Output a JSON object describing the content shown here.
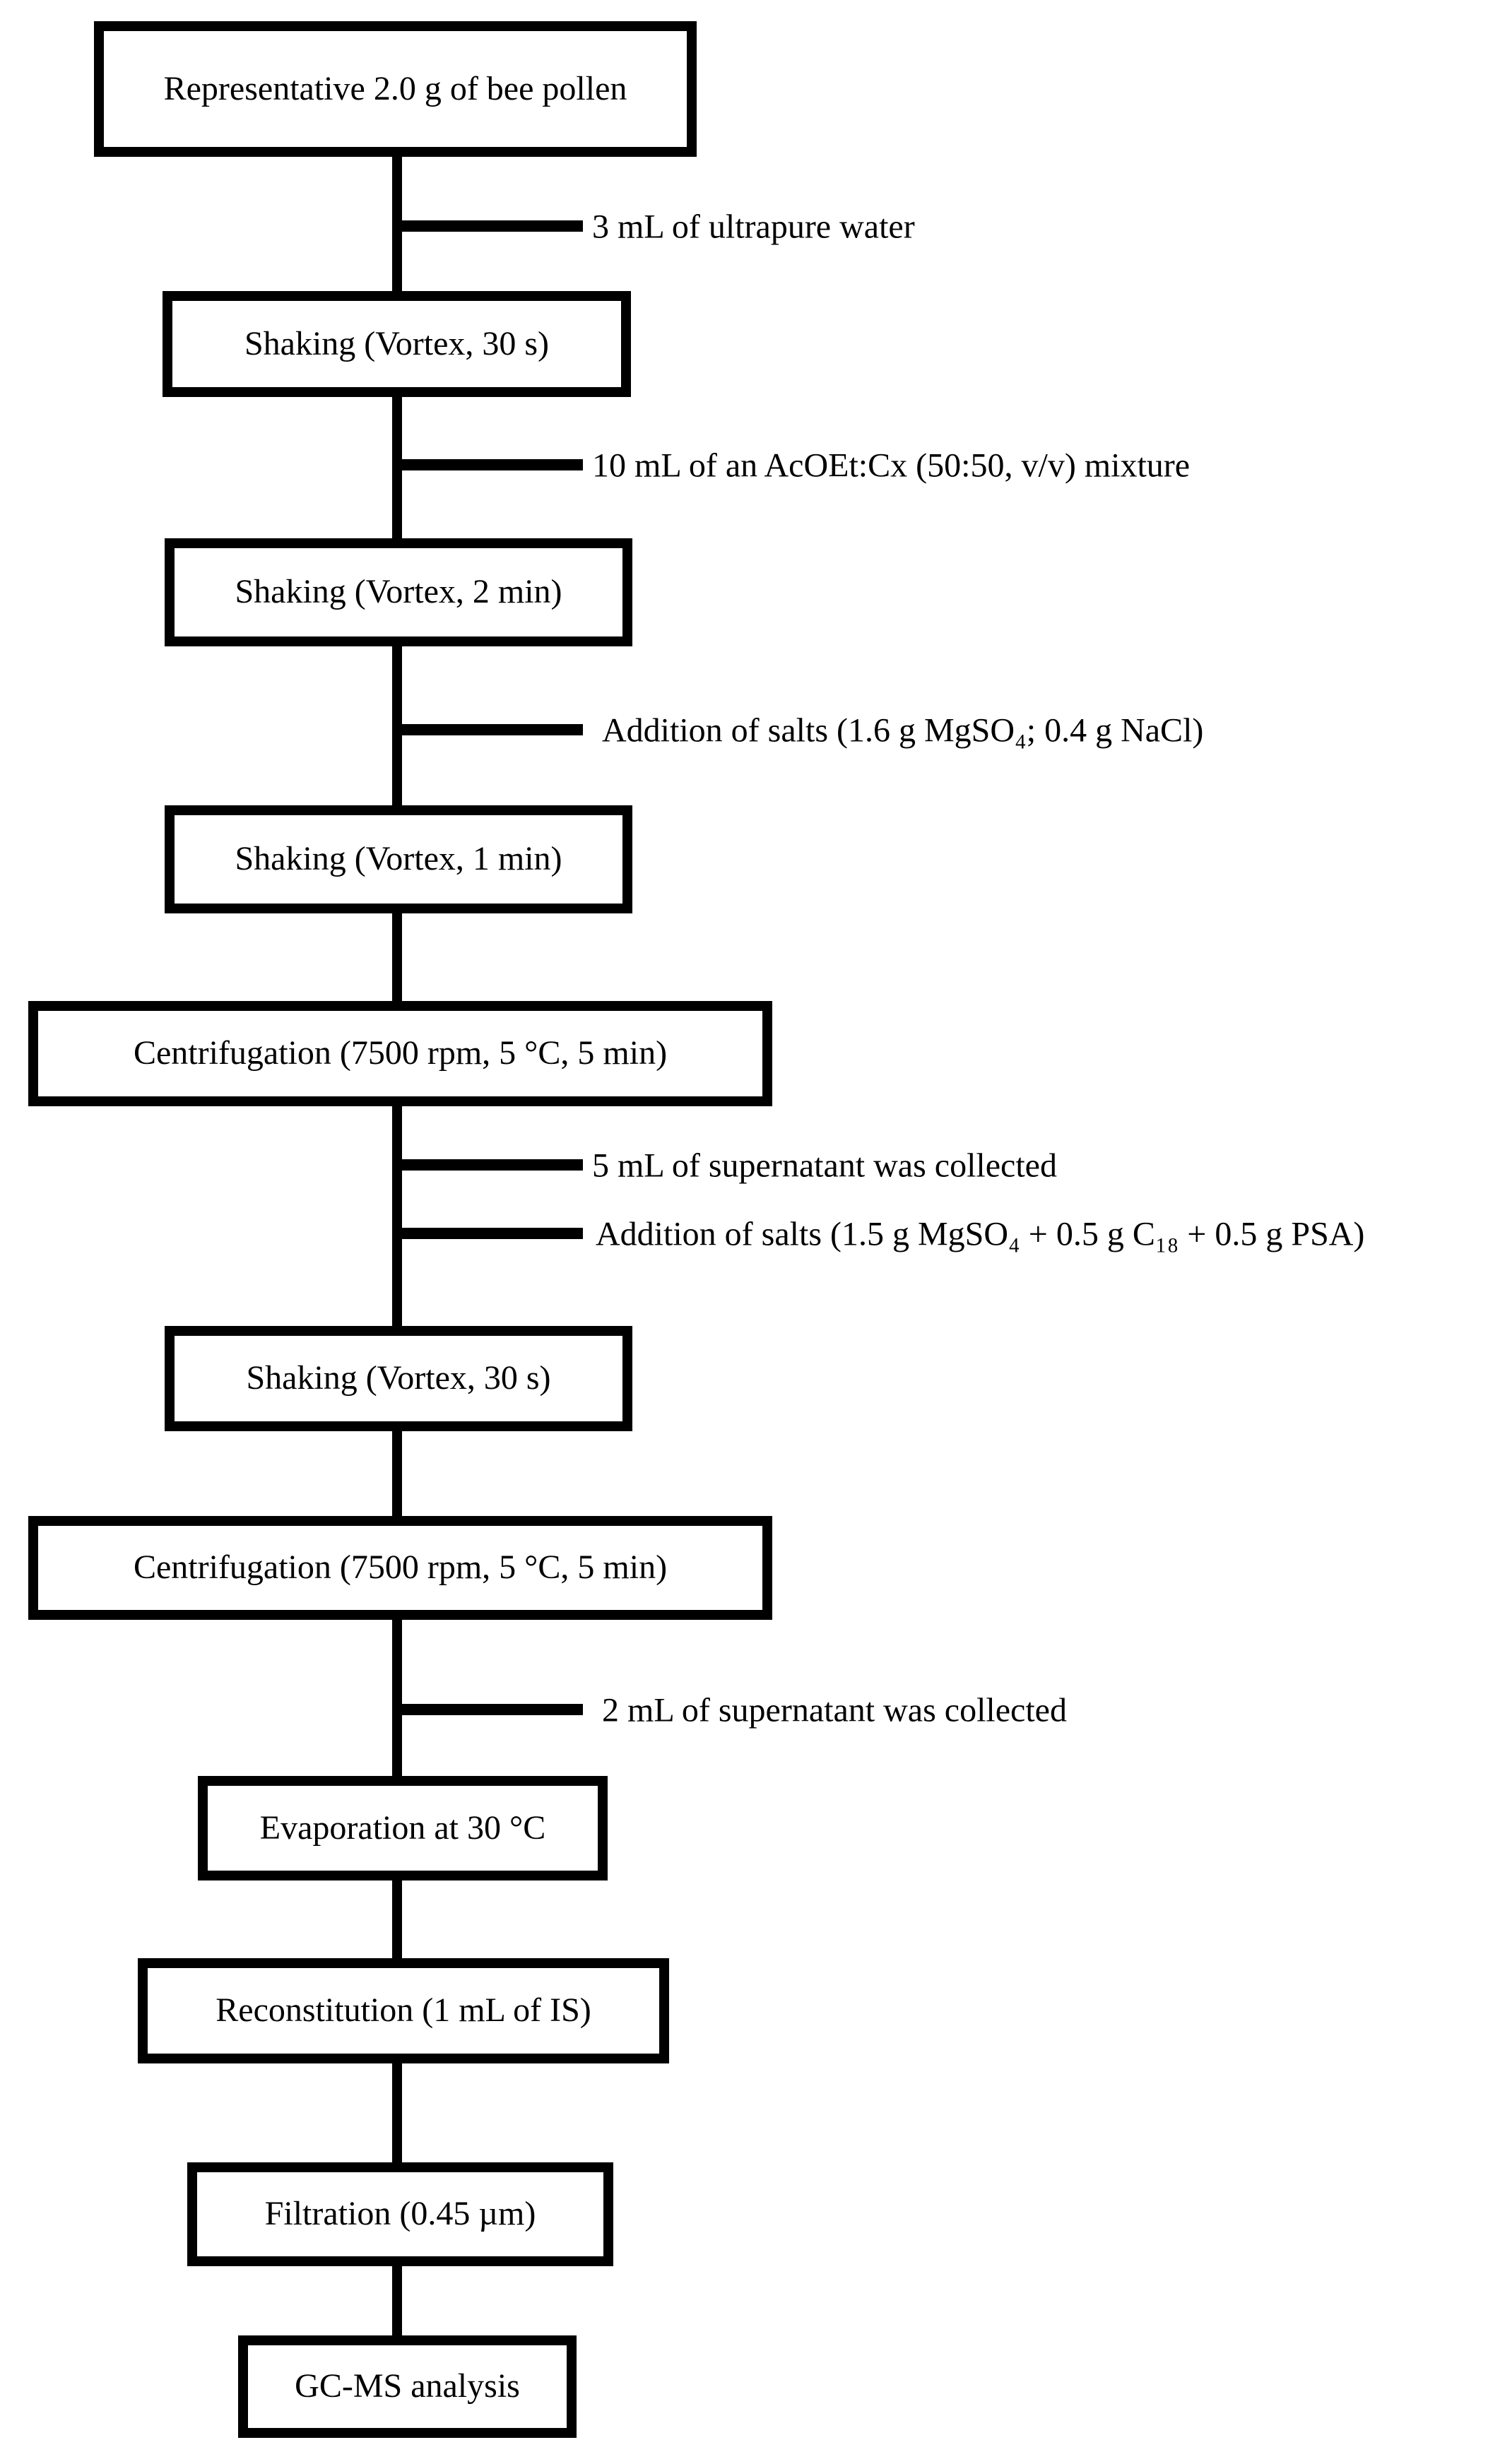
{
  "flowchart": {
    "title_semantic": "QuEChERS-type sample preparation workflow for bee pollen GC-MS analysis",
    "colors": {
      "background": "#ffffff",
      "line": "#000000",
      "text": "#000000"
    },
    "steps": [
      "Representative 2.0 g of bee pollen",
      "Shaking  (Vortex,  30 s)",
      "Shaking  (Vortex,  2 min)",
      "Shaking  (Vortex,  1 min)",
      "Centrifugation  (7500 rpm, 5 °C,  5 min)",
      "Shaking  (Vortex,  30 s)",
      "Centrifugation  (7500 rpm, 5 °C,  5 min)",
      "Evaporation at 30 °C",
      "Reconstitution (1 mL  of IS)",
      "Filtration (0.45  µm)",
      "GC-MS analysis"
    ],
    "annotations": [
      "3 mL  of ultrapure water",
      "10 mL  of an  AcOEt:Cx  (50:50,  v/v)  mixture",
      "Addition of salts  (1.6 g MgSO₄;  0.4 g  NaCl)",
      "5 mL  of supernatant was collected",
      "Addition of salts  (1.5 g MgSO₄ + 0.5 g  C₁₈ + 0.5 g  PSA)",
      "2 mL  of supernatant was collected"
    ]
  }
}
